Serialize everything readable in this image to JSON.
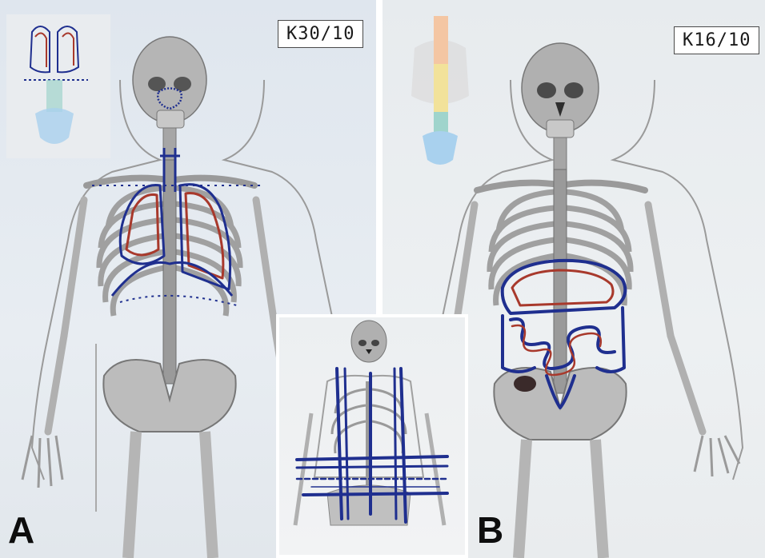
{
  "panels": [
    {
      "id": "A",
      "letter": "A",
      "case_label": "K30/10",
      "annotation": "lungs"
    },
    {
      "id": "C",
      "annotation": "grid"
    },
    {
      "id": "B",
      "letter": "B",
      "case_label": "K16/10",
      "annotation": "intestines"
    }
  ],
  "colors": {
    "bone": "#b8b8b8",
    "bone_dark": "#8c8c8c",
    "outline": "#8a8a8a",
    "marker_blue": "#1f2f8f",
    "marker_red": "#a8392c",
    "spine_yellow": "#f2e29a",
    "spine_teal": "#9fd4cc",
    "pelvis_blue": "#a9d1ee"
  }
}
